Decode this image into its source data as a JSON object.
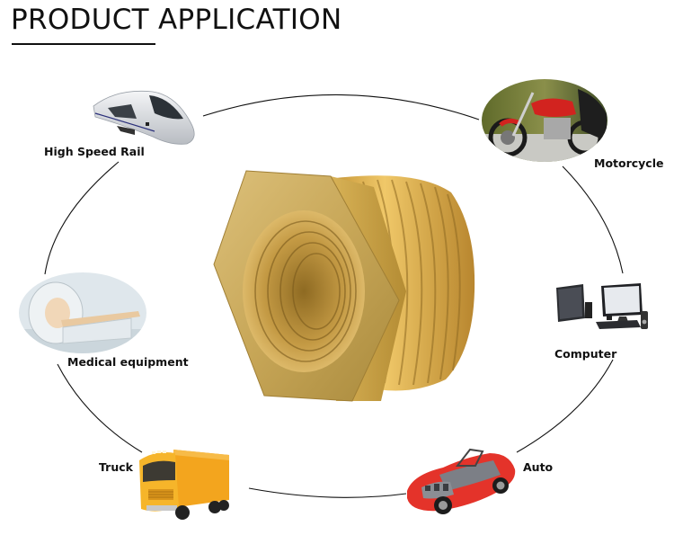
{
  "header": {
    "title": "PRODUCT APPLICATION"
  },
  "center_product": {
    "name": "brass-hex-bushing",
    "color": "#c9a24a"
  },
  "applications": [
    {
      "label": "High Speed Rail",
      "icon": "high-speed-train"
    },
    {
      "label": "Motorcycle",
      "icon": "motorcycle"
    },
    {
      "label": "Medical equipment",
      "icon": "mri-scanner"
    },
    {
      "label": "Computer",
      "icon": "desktop-computer"
    },
    {
      "label": "Truck",
      "icon": "truck"
    },
    {
      "label": "Auto",
      "icon": "car"
    }
  ]
}
